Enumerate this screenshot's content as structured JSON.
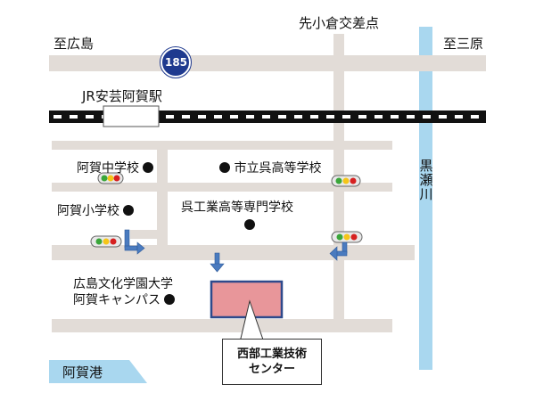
{
  "map": {
    "directions": {
      "hiroshima": "至広島",
      "misanbara": "至三原",
      "sakoguraKosaten": "先小倉交差点"
    },
    "route_number": "185",
    "station": "JR安芸阿賀駅",
    "river": "黒瀬川",
    "schools": {
      "aga_junior_high": "阿賀中学校",
      "kure_high": "市立呉高等学校",
      "aga_elementary": "阿賀小学校",
      "kure_tech_college": "呉工業高等専門学校",
      "bunka_gakuen_line1": "広島文化学園大学",
      "bunka_gakuen_line2": "阿賀キャンパス"
    },
    "port": "阿賀港",
    "target": {
      "line1": "西部工業技術",
      "line2": "センター"
    },
    "colors": {
      "road": "#e2dcd7",
      "river": "#a9d7ef",
      "route_shield": "#1f3a8f",
      "target_fill": "#e8969a",
      "target_border": "#2e4a8c",
      "arrow": "#4a7bbf",
      "traffic_red": "#d62020",
      "traffic_yellow": "#f5c518",
      "traffic_green": "#3aa63a"
    }
  }
}
